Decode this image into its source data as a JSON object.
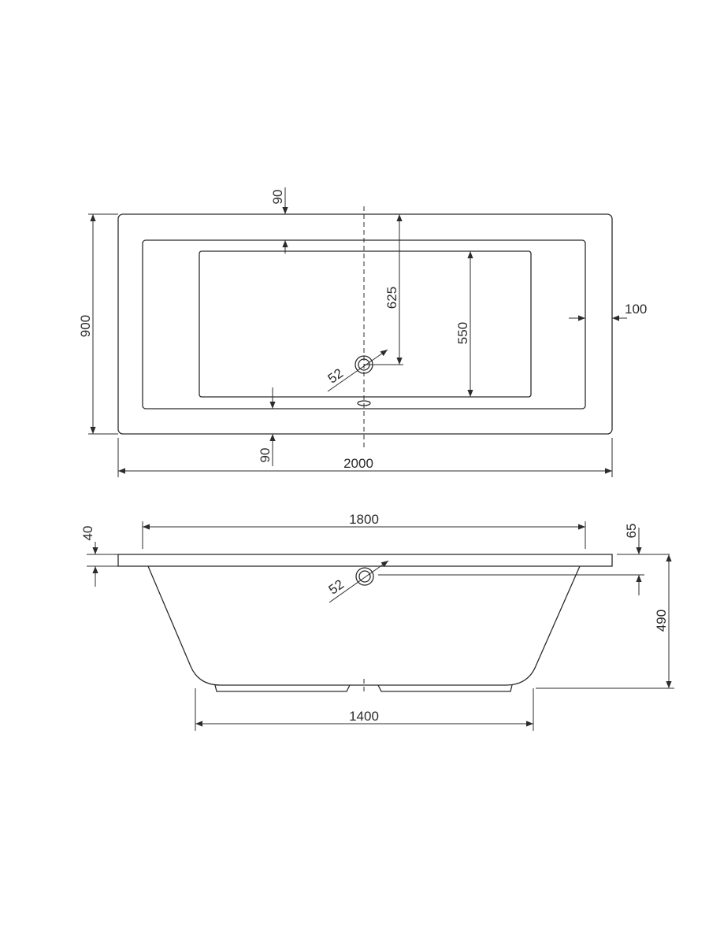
{
  "top_view": {
    "overall_length": "2000",
    "overall_width": "900",
    "rim_top": "90",
    "rim_bottom": "90",
    "rim_side": "100",
    "drain_offset": "625",
    "floor_width": "550",
    "drain_diameter": "52"
  },
  "side_view": {
    "top_length": "1800",
    "rim_thickness": "40",
    "overflow_offset": "65",
    "depth": "490",
    "overflow_diameter": "52",
    "bottom_length": "1400"
  }
}
